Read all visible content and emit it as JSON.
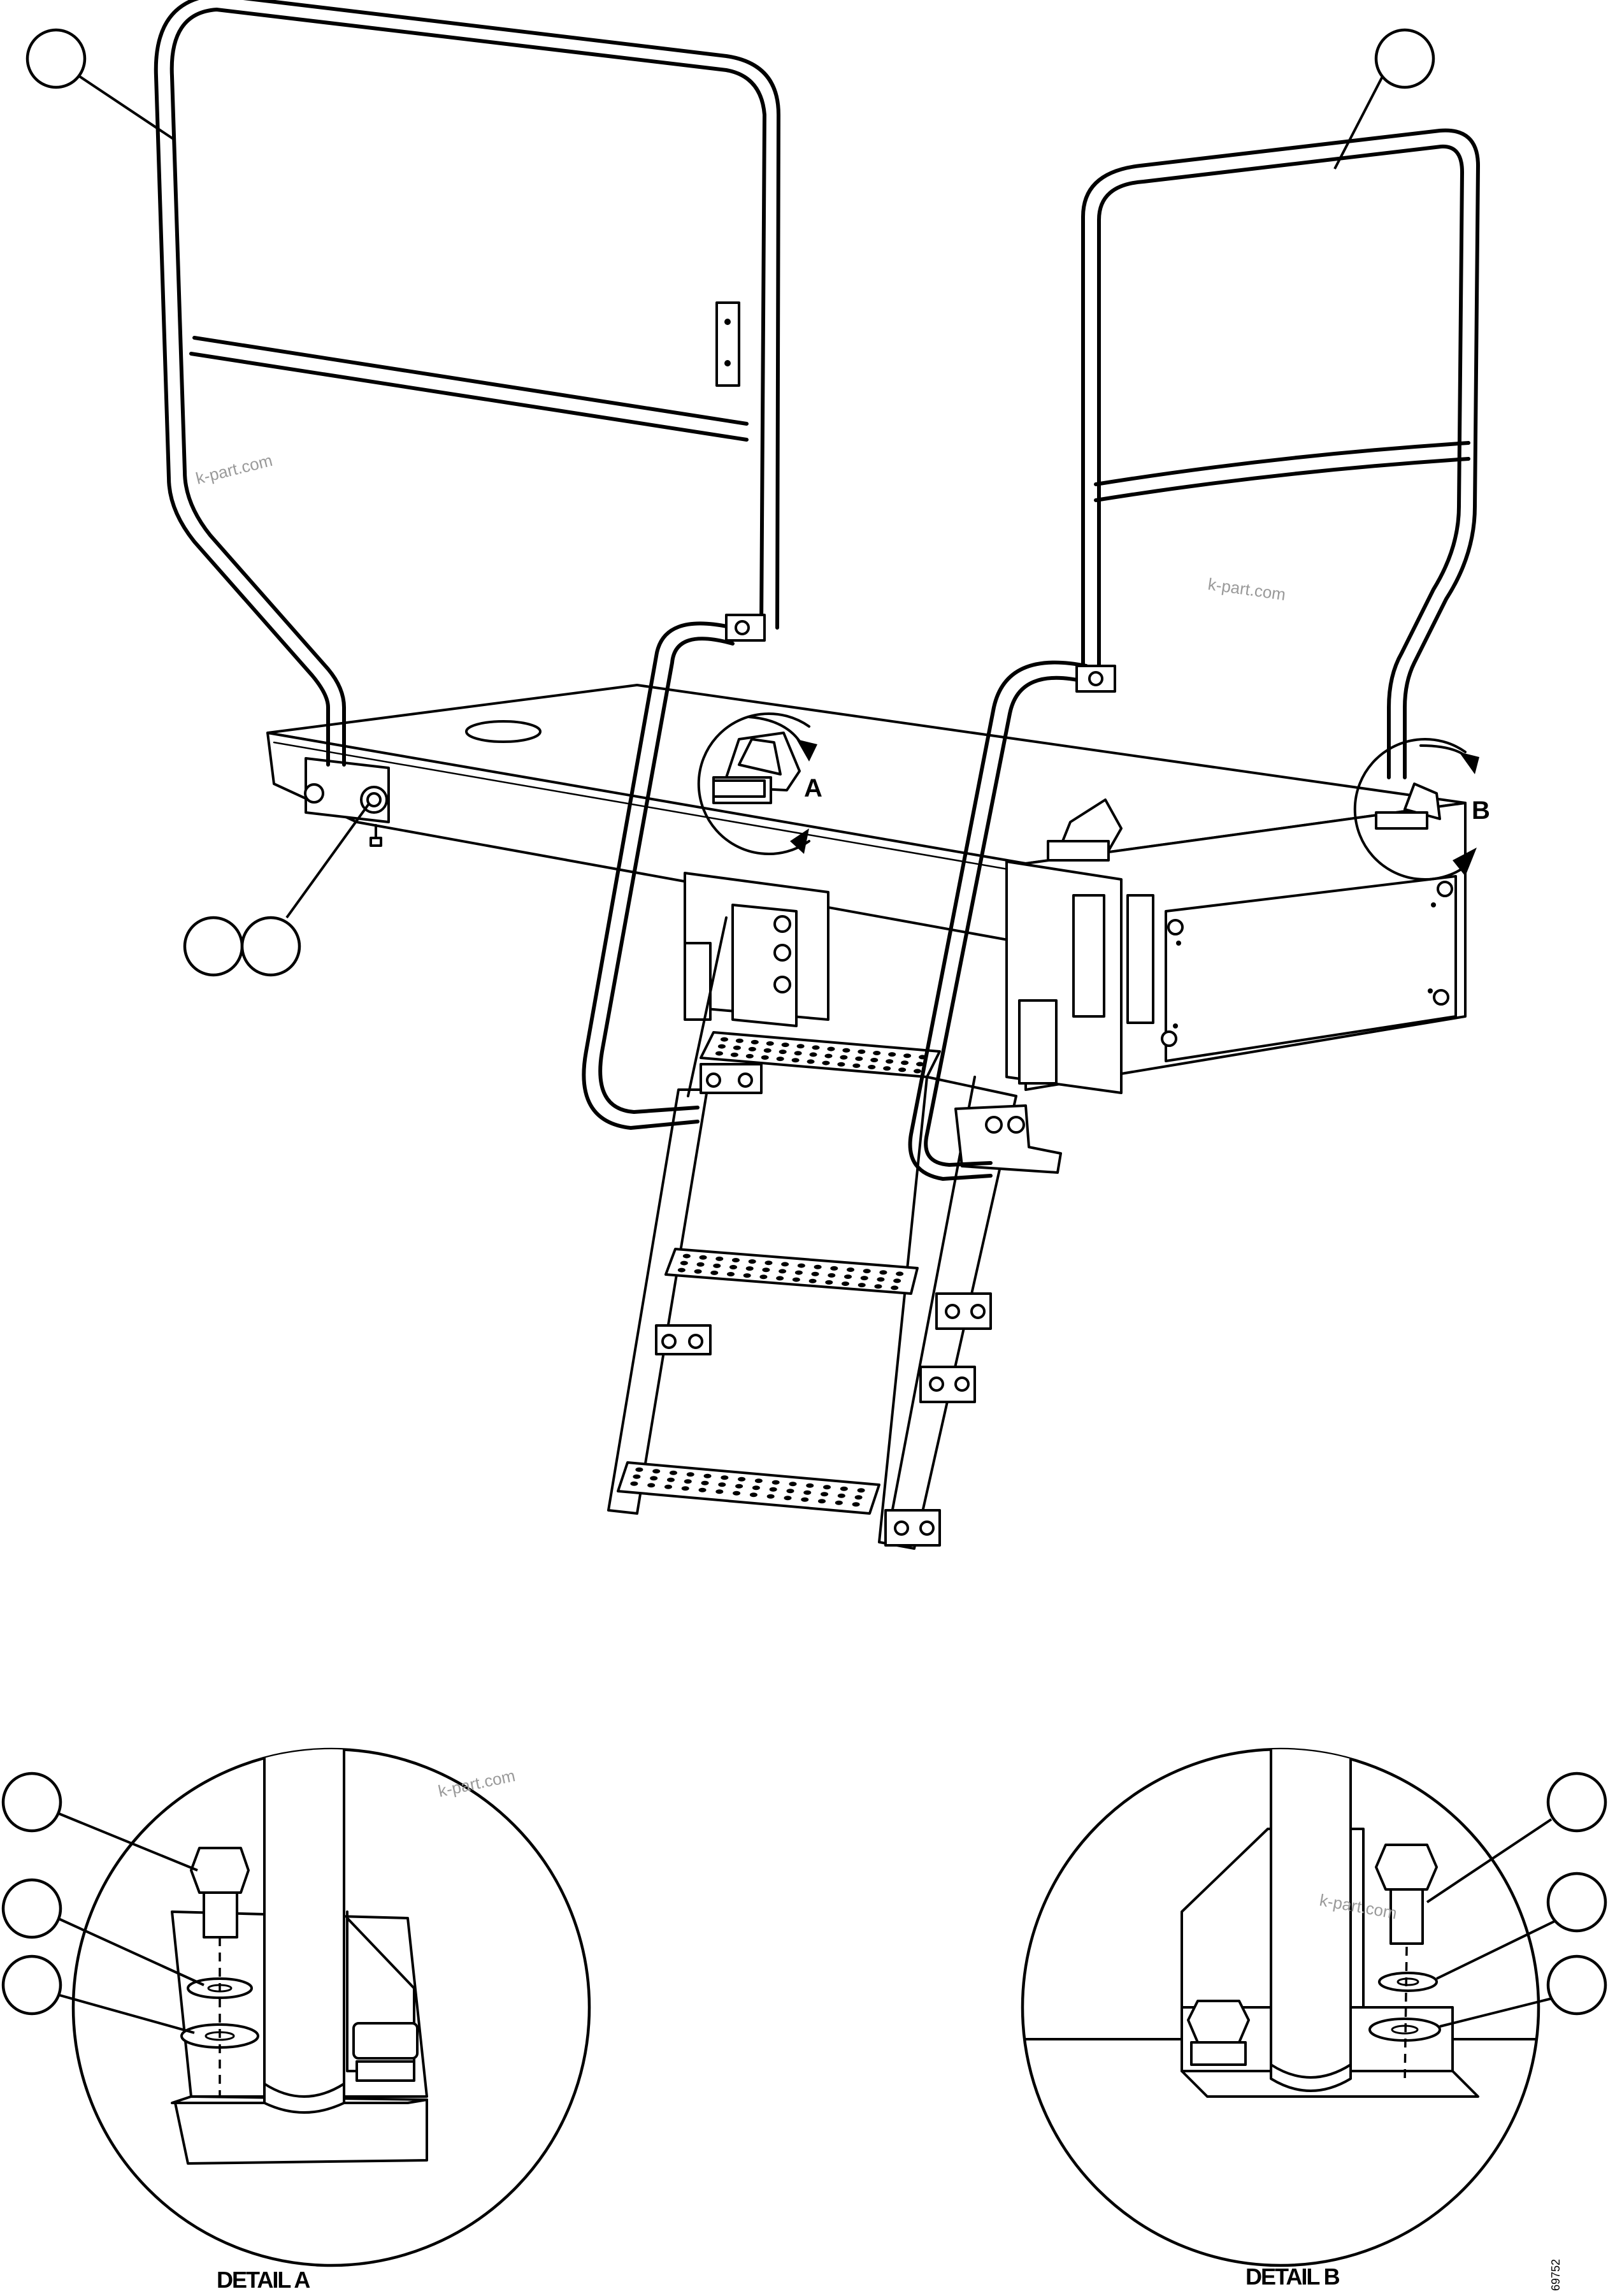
{
  "diagram": {
    "main_view": {
      "detail_markers": [
        {
          "letter": "A"
        },
        {
          "letter": "B"
        }
      ],
      "callouts_count": 4
    },
    "detail_a": {
      "caption": "DETAIL A",
      "callouts_count": 3
    },
    "detail_b": {
      "caption": "DETAIL B",
      "callouts_count": 3
    },
    "watermarks": [
      "k-part.com",
      "k-part.com",
      "k-part.com",
      "k-part.com"
    ],
    "figure_code": "69752"
  }
}
